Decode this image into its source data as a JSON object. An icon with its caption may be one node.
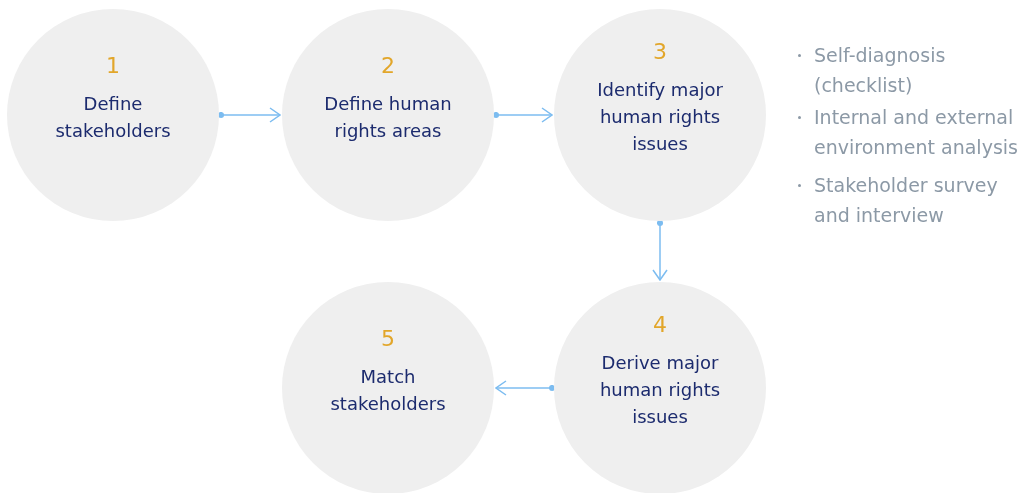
{
  "diagram": {
    "nodes": [
      {
        "text": [
          "1",
          "Define stakeholders"
        ]
      },
      {
        "text": [
          "2",
          "Define human rights areas"
        ]
      },
      {
        "text": [
          "3",
          "Identify major human rights issues"
        ]
      },
      {
        "text": [
          "4",
          "Derive major human rights issues"
        ]
      },
      {
        "text": [
          "5",
          "Match stakeholders"
        ]
      }
    ],
    "edges": [
      {
        "from": 0,
        "to": 1,
        "arrow": "to"
      },
      {
        "from": 1,
        "to": 2,
        "arrow": "to"
      },
      {
        "from": 2,
        "to": 3,
        "arrow": "to"
      },
      {
        "from": 3,
        "to": 4,
        "arrow": "to"
      }
    ],
    "labels": [
      "Self-diagnosis (checklist)",
      "Internal and external environment analysis",
      "Stakeholder survey and interview"
    ]
  }
}
